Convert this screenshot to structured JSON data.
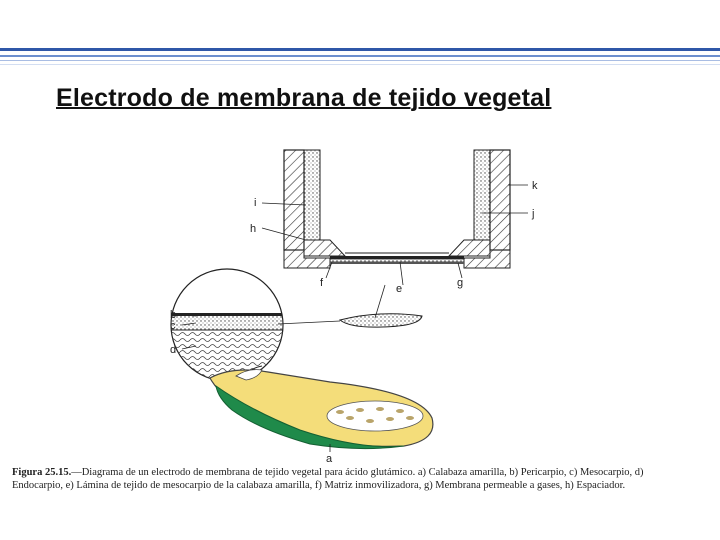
{
  "slide": {
    "title": "Electrodo de membrana de tejido vegetal"
  },
  "diagram": {
    "labels": {
      "a": "a",
      "b": "b",
      "c": "c",
      "d": "d",
      "e": "e",
      "f": "f",
      "g": "g",
      "h": "h",
      "i": "i",
      "j": "j",
      "k": "k"
    }
  },
  "caption": {
    "figure_ref": "Figura 25.15.",
    "text": "—Diagrama de un electrodo de membrana de tejido vegetal para ácido glutámico. a) Calabaza amarilla, b) Pericarpio, c) Mesocarpio, d) Endocarpio, e) Lámina de tejido de mesocarpio de la calabaza amarilla, f) Matriz inmovilizadora, g) Membrana permeable a gases, h) Espaciador."
  },
  "colors": {
    "accent_bar": "#2f57a8",
    "squash_green": "#1f8a4a",
    "squash_yellow": "#f4dd7a"
  }
}
